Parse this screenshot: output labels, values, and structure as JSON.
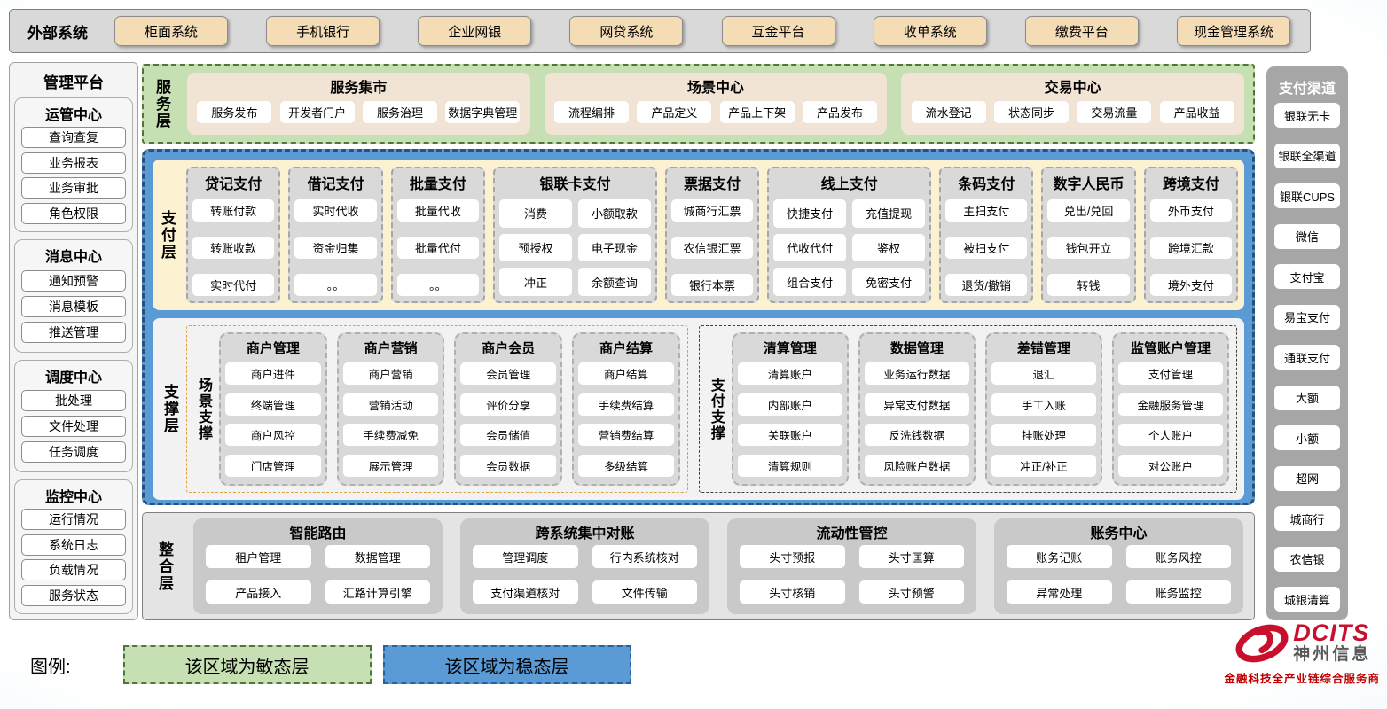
{
  "external_systems": {
    "label": "外部系统",
    "items": [
      "柜面系统",
      "手机银行",
      "企业网银",
      "网贷系统",
      "互金平台",
      "收单系统",
      "缴费平台",
      "现金管理系统"
    ]
  },
  "management_platform": {
    "title": "管理平台",
    "sections": [
      {
        "title": "运管中心",
        "count": 4,
        "items": [
          "查询查复",
          "业务报表",
          "业务审批",
          "角色权限"
        ]
      },
      {
        "title": "消息中心",
        "count": 3,
        "items": [
          "通知预警",
          "消息模板",
          "推送管理"
        ]
      },
      {
        "title": "调度中心",
        "count": 3,
        "items": [
          "批处理",
          "文件处理",
          "任务调度"
        ]
      },
      {
        "title": "监控中心",
        "count": 4,
        "items": [
          "运行情况",
          "系统日志",
          "负载情况",
          "服务状态"
        ]
      }
    ]
  },
  "service_layer": {
    "label": "服务层",
    "groups": [
      {
        "title": "服务集市",
        "items": [
          "服务发布",
          "开发者门户",
          "服务治理",
          "数据字典管理"
        ]
      },
      {
        "title": "场景中心",
        "items": [
          "流程编排",
          "产品定义",
          "产品上下架",
          "产品发布"
        ]
      },
      {
        "title": "交易中心",
        "items": [
          "流水登记",
          "状态同步",
          "交易流量",
          "产品收益"
        ]
      }
    ]
  },
  "payment_layer": {
    "label": "支付层",
    "columns": [
      {
        "title": "贷记支付",
        "cols": 1,
        "items": [
          "转账付款",
          "转账收款",
          "实时代付"
        ]
      },
      {
        "title": "借记支付",
        "cols": 1,
        "items": [
          "实时代收",
          "资金归集",
          "。。"
        ]
      },
      {
        "title": "批量支付",
        "cols": 1,
        "items": [
          "批量代收",
          "批量代付",
          "。。"
        ]
      },
      {
        "title": "银联卡支付",
        "cols": 2,
        "items": [
          "消费",
          "小额取款",
          "预授权",
          "电子现金",
          "冲正",
          "余额查询"
        ]
      },
      {
        "title": "票据支付",
        "cols": 1,
        "items": [
          "城商行汇票",
          "农信银汇票",
          "银行本票"
        ]
      },
      {
        "title": "线上支付",
        "cols": 2,
        "items": [
          "快捷支付",
          "充值提现",
          "代收代付",
          "鉴权",
          "组合支付",
          "免密支付"
        ]
      },
      {
        "title": "条码支付",
        "cols": 1,
        "items": [
          "主扫支付",
          "被扫支付",
          "退货/撤销"
        ]
      },
      {
        "title": "数字人民币",
        "cols": 1,
        "items": [
          "兑出/兑回",
          "钱包开立",
          "转钱"
        ]
      },
      {
        "title": "跨境支付",
        "cols": 1,
        "items": [
          "外币支付",
          "跨境汇款",
          "境外支付"
        ]
      }
    ]
  },
  "support_layer": {
    "label": "支撑层",
    "zones": [
      {
        "label": "场景支撑",
        "border": "orange",
        "groups": [
          {
            "title": "商户管理",
            "items": [
              "商户进件",
              "终端管理",
              "商户风控",
              "门店管理"
            ]
          },
          {
            "title": "商户营销",
            "items": [
              "商户营销",
              "营销活动",
              "手续费减免",
              "展示管理"
            ]
          },
          {
            "title": "商户会员",
            "items": [
              "会员管理",
              "评价分享",
              "会员储值",
              "会员数据"
            ]
          },
          {
            "title": "商户结算",
            "items": [
              "商户结算",
              "手续费结算",
              "营销费结算",
              "多级结算"
            ]
          }
        ]
      },
      {
        "label": "支付支撑",
        "border": "dark",
        "groups": [
          {
            "title": "清算管理",
            "items": [
              "清算账户",
              "内部账户",
              "关联账户",
              "清算规则"
            ]
          },
          {
            "title": "数据管理",
            "items": [
              "业务运行数据",
              "异常支付数据",
              "反洗钱数据",
              "风险账户数据"
            ]
          },
          {
            "title": "差错管理",
            "items": [
              "退汇",
              "手工入账",
              "挂账处理",
              "冲正/补正"
            ]
          },
          {
            "title": "监管账户管理",
            "items": [
              "支付管理",
              "金融服务管理",
              "个人账户",
              "对公账户"
            ]
          }
        ]
      }
    ]
  },
  "integration_layer": {
    "label": "整合层",
    "groups": [
      {
        "title": "智能路由",
        "items": [
          "租户管理",
          "数据管理",
          "产品接入",
          "汇路计算引擎"
        ]
      },
      {
        "title": "跨系统集中对账",
        "items": [
          "管理调度",
          "行内系统核对",
          "支付渠道核对",
          "文件传输"
        ]
      },
      {
        "title": "流动性管控",
        "items": [
          "头寸预报",
          "头寸匡算",
          "头寸核销",
          "头寸预警"
        ]
      },
      {
        "title": "账务中心",
        "items": [
          "账务记账",
          "账务风控",
          "异常处理",
          "账务监控"
        ]
      }
    ]
  },
  "payment_channels": {
    "title": "支付渠道",
    "items": [
      "银联无卡",
      "银联全渠道",
      "银联CUPS",
      "微信",
      "支付宝",
      "易宝支付",
      "通联支付",
      "大额",
      "小额",
      "超网",
      "城商行",
      "农信银",
      "城银清算"
    ]
  },
  "legend": {
    "label": "图例:",
    "items": [
      {
        "text": "该区域为敏态层",
        "type": "agile"
      },
      {
        "text": "该区域为稳态层",
        "type": "stable"
      }
    ]
  },
  "logo": {
    "brand": "DCITS",
    "company": "神州信息",
    "tagline": "金融科技全产业链综合服务商"
  },
  "colors": {
    "agile_green": "#c6dfb3",
    "stable_blue": "#5b9bd5",
    "external_button_tan": "#f4dcb6",
    "payment_layer_cream": "#fcf2d1",
    "group_gray": "#d9d9d9",
    "channel_sidebar_gray": "#a6a6a6",
    "brand_red": "#c8102e"
  }
}
